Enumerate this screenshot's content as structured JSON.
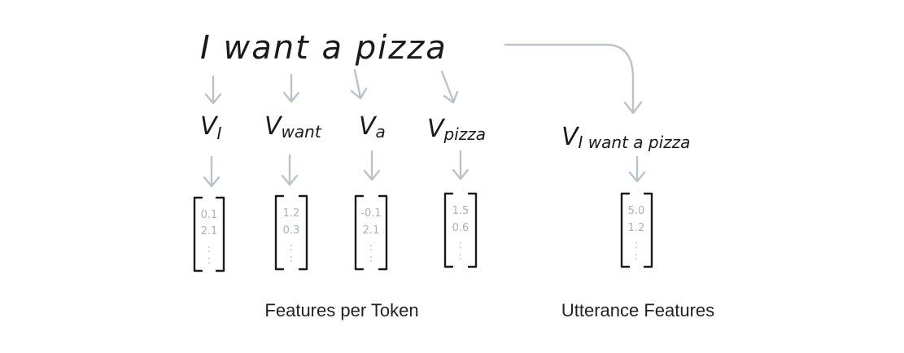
{
  "sentence": "I want a pizza",
  "tokens": [
    {
      "word": "I",
      "sub": "I",
      "values": [
        "0.1",
        "2.1"
      ]
    },
    {
      "word": "want",
      "sub": "want",
      "values": [
        "1.2",
        "0.3"
      ]
    },
    {
      "word": "a",
      "sub": "a",
      "values": [
        "-0.1",
        "2.1"
      ]
    },
    {
      "word": "pizza",
      "sub": "pizza",
      "values": [
        "1.5",
        "0.6"
      ]
    }
  ],
  "utterance": {
    "sub": "I want a pizza",
    "values": [
      "5.0",
      "1.2"
    ]
  },
  "vector_symbol": "V",
  "ellipsis": ":",
  "captions": {
    "tokens": "Features per Token",
    "utterance": "Utterance Features"
  },
  "colors": {
    "ink": "#1a1a1a",
    "arrow": "#b9c3c9",
    "number": "#a9b3bd",
    "caption": "#222222"
  }
}
